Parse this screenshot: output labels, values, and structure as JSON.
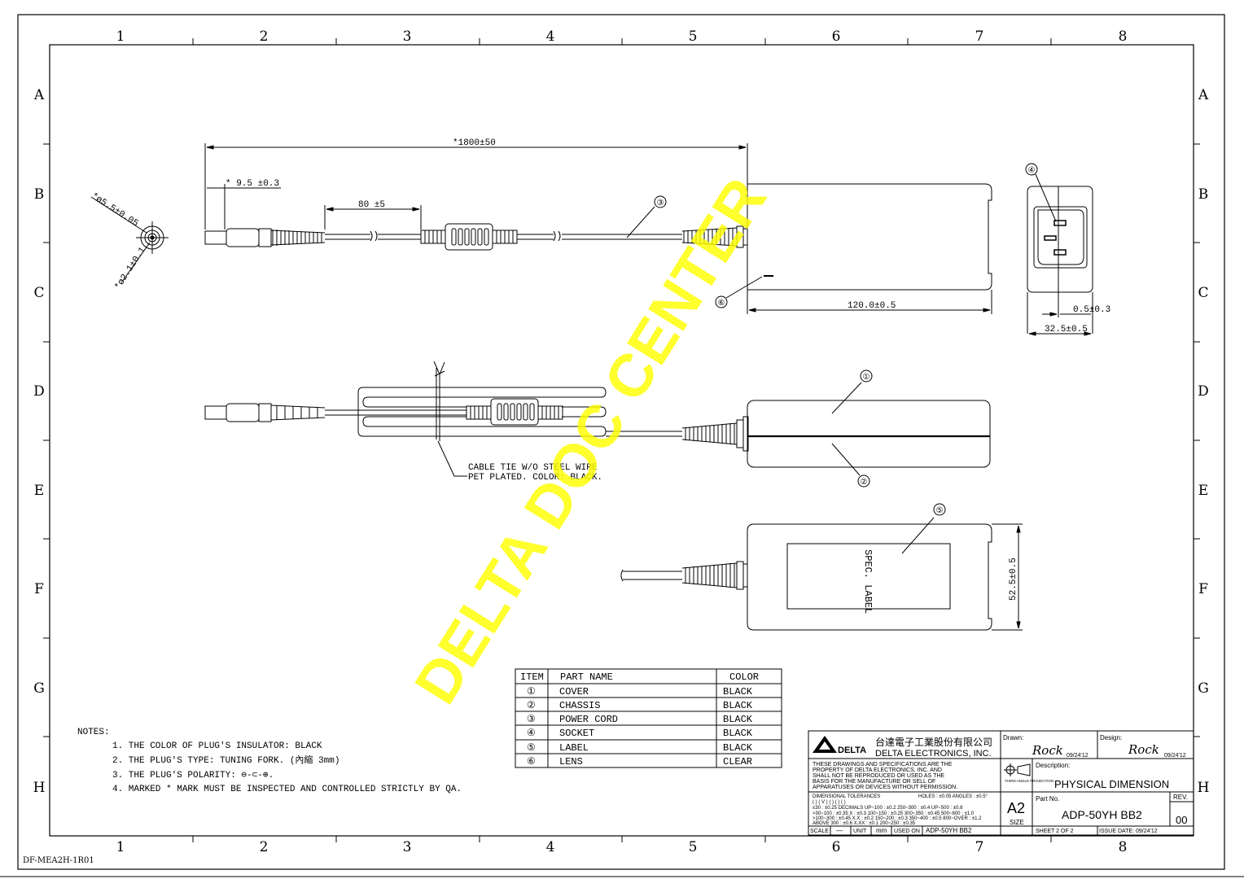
{
  "frame": {
    "columns": [
      "1",
      "2",
      "3",
      "4",
      "5",
      "6",
      "7",
      "8"
    ],
    "rows": [
      "A",
      "B",
      "C",
      "D",
      "E",
      "F",
      "G",
      "H"
    ],
    "form_code": "DF-MEA2H-1R01"
  },
  "dimensions": {
    "overall": "*1800±50",
    "plug_tip": "* 9.5  ±0.3",
    "ferrite": "80  ±5",
    "body_length": "120.0±0.5",
    "socket_offset": "0.5±0.3",
    "socket_depth": "32.5±0.5",
    "body_width": "52.5±0.5",
    "plug_od": "*ø5.5±0.05",
    "plug_id": "*ø2.1±0.1"
  },
  "callouts": {
    "c1": "①",
    "c2": "②",
    "c3": "③",
    "c4": "④",
    "c5": "⑤",
    "c6": "⑥"
  },
  "annotations": {
    "cable_tie_1": "CABLE TIE W/O STEEL WIRE",
    "cable_tie_2": "PET PLATED. COLOR: BLACK.",
    "spec_label": "SPEC. LABEL"
  },
  "watermark": "DELTA DOC CENTER",
  "parts_table": {
    "headers": [
      "ITEM",
      "PART NAME",
      "COLOR"
    ],
    "rows": [
      {
        "item": "①",
        "name": "COVER",
        "color": "BLACK"
      },
      {
        "item": "②",
        "name": "CHASSIS",
        "color": "BLACK"
      },
      {
        "item": "③",
        "name": "POWER  CORD",
        "color": "BLACK"
      },
      {
        "item": "④",
        "name": "SOCKET",
        "color": "BLACK"
      },
      {
        "item": "⑤",
        "name": "LABEL",
        "color": "BLACK"
      },
      {
        "item": "⑥",
        "name": "LENS",
        "color": "CLEAR"
      }
    ]
  },
  "notes": {
    "title": "NOTES:",
    "items": [
      "1.  THE  COLOR  OF  PLUG'S  INSULATOR: BLACK",
      "2.  THE  PLUG'S  TYPE:  TUNING  FORK.  (內縮  3mm)",
      "3.  THE  PLUG'S  POLARITY:  ⊖-⊂-⊕.",
      "4.  MARKED  *  MARK  MUST  BE  INSPECTED  AND  CONTROLLED  STRICTLY  BY  QA."
    ]
  },
  "title_block": {
    "company_cn": "台達電子工業股份有限公司",
    "company_en": "DELTA ELECTRONICS, INC.",
    "logo": "DELTA",
    "property_notice": [
      "THESE DRAWINGS AND SPECIFICATIONS ARE THE",
      "PROPERTY OF DELTA ELECTRONICS, INC. AND",
      "SHALL NOT BE REPRODUCED OR USED AS THE",
      "BASIS FOR THE MANUFACTURE OR SELL OF",
      "APPARATUSES OR DEVICES WITHOUT PERMISSION."
    ],
    "tolerances_title": "DIMENSIONAL TOLERANCES",
    "holes_angles": "HOLES : ±0.05   ANGLES : ±0.5°",
    "tolerance_rows": [
      "(   )          ( V )         (   )          (   )          (   )",
      "≤30   : ±0.25   DECIMALS   UP~100  : ±0.2   250~300 : ±0.4   UP~500  : ±0.8",
      ">30~100 : ±0.35   X   : ±0.3   100~150 : ±0.25   300~350 : ±0.45   500~800 : ±1.0",
      ">100~300 : ±0.45   X.X  : ±0.2   150~200 : ±0.3   350~400 : ±0.5   800~OVER : ±1.2",
      "ABOVE 300 : ±0.6   X.XX : ±0.1   200~250 : ±0.35"
    ],
    "projection": "THIRD ANGLE PROJECTION",
    "drawn_label": "Drawn:",
    "drawn_by": "Rock",
    "drawn_date": "09/24'12",
    "design_label": "Design:",
    "design_by": "Rock",
    "design_date": "09/24'12",
    "description_label": "Description:",
    "description": "PHYSICAL DIMENSION",
    "size": "A2",
    "size_label": "SIZE",
    "part_no_label": "Part No.",
    "part_no": "ADP-50YH BB2",
    "rev_label": "REV.",
    "rev": "00",
    "scale_label": "SCALE",
    "scale": "—",
    "unit_label": "UNIT",
    "unit": "mm",
    "used_on_label": "USED ON",
    "used_on": "ADP-50YH BB2",
    "sheet": "SHEET   2   OF 2",
    "issue_date": "ISSUE DATE: 09/24'12"
  }
}
